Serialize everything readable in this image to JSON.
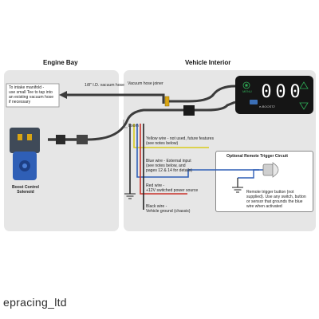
{
  "sections": {
    "engine_bay": "Engine Bay",
    "vehicle_interior": "Vehicle Interior"
  },
  "labels": {
    "intake_manifold": "To intake manifold -\nuse small Tee to tap into\nan existing vacuum hose\nif necessary",
    "vacuum_hose_id": "1/8\" I.D. vacuum hose",
    "vacuum_hose_joiner": "Vacuum hose joiner",
    "loom": "Loom",
    "yellow_wire": "Yellow wire - not used, future features\n(see notes below)",
    "blue_wire": "Blue wire - External input\n(see notes below, and\npages 12 & 14 for details)",
    "red_wire": "Red wire -\n+12V switched power source",
    "black_wire": "Black wire -\nVehicle ground (chassis)",
    "boost_solenoid": "Boost Control\nSolenoid",
    "optional_title": "Optional Remote Trigger Circuit",
    "remote_trigger_note": "Remote trigger button (not\nsupplied). Use any switch, button\nor sensor that grounds the blue\nwire when activated"
  },
  "controller": {
    "digits": [
      "0",
      "0",
      "0"
    ],
    "menu_label": "MENU",
    "brand": "e-BOOST2"
  },
  "watermark": "epracing_ltd",
  "colors": {
    "panel_bg": "#e6e6e6",
    "controller_bg": "#151515",
    "button_green": "#2fae57",
    "solenoid_blue": "#2f5fb6",
    "yellow_wire": "#d8cc1c",
    "blue_wire": "#2f5fb6",
    "red_wire": "#c8322a",
    "hose": "#3b3b3b"
  }
}
